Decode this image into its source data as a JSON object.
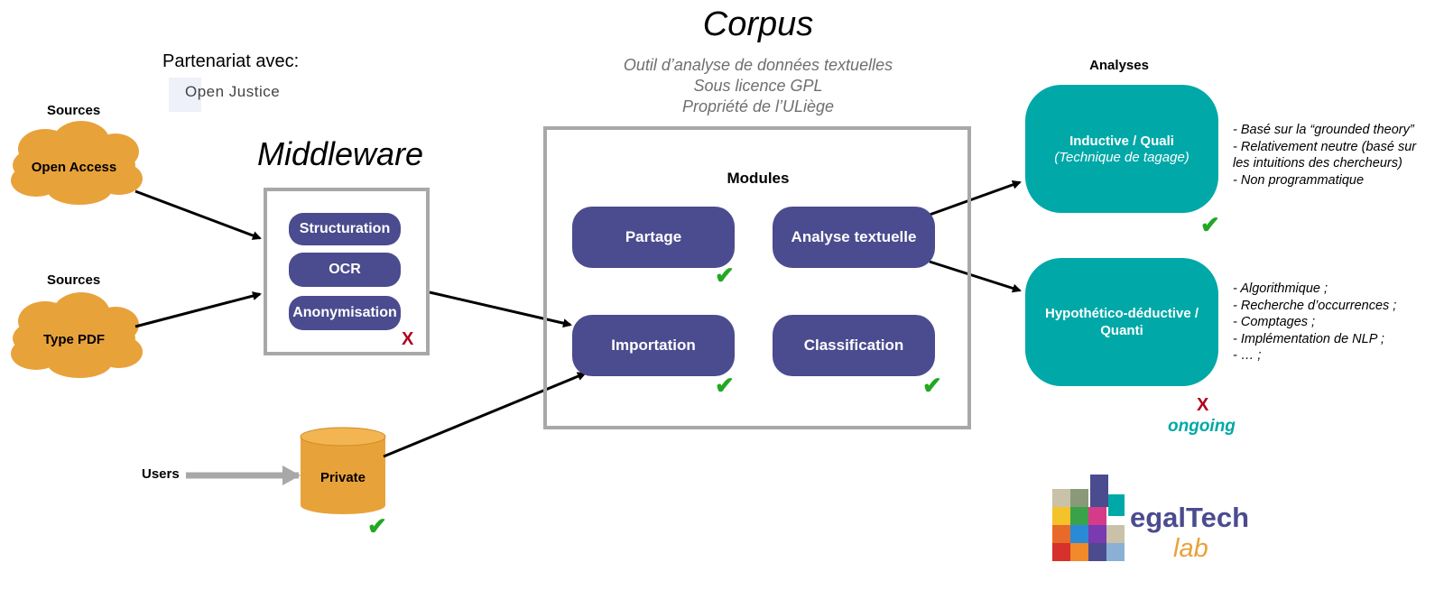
{
  "header": {
    "title": "Corpus",
    "subtitle_lines": [
      "Outil d’analyse de données textuelles",
      "Sous licence GPL",
      "Propriété de l’ULiège"
    ]
  },
  "partnership": {
    "label": "Partenariat avec:",
    "partner": "Open Justice"
  },
  "sources": [
    {
      "label": "Sources",
      "name": "Open Access"
    },
    {
      "label": "Sources",
      "name": "Type PDF"
    }
  ],
  "users": {
    "label": "Users",
    "store": "Private",
    "status": "✔"
  },
  "middleware": {
    "title": "Middleware",
    "items": [
      "Structuration",
      "OCR",
      "Anonymisation"
    ],
    "status": "X"
  },
  "modules": {
    "title": "Modules",
    "items": [
      "Partage",
      "Analyse textuelle",
      "Importation",
      "Classification"
    ],
    "statuses": [
      "✔",
      "✔",
      "✔"
    ]
  },
  "analyses": {
    "title": "Analyses",
    "inductive": {
      "title": "Inductive / Quali",
      "subtitle": "(Technique de tagage)",
      "status": "✔",
      "bullets": [
        "- Basé sur la “grounded theory”",
        "- Relativement neutre (basé sur",
        "les intuitions des chercheurs)",
        "- Non programmatique"
      ]
    },
    "deductive": {
      "title_line1": "Hypothético-déductive /",
      "title_line2": "Quanti",
      "status": "X",
      "status_label": "ongoing",
      "bullets": [
        "- Algorithmique ;",
        "- Recherche d’occurrences ;",
        "- Comptages ;",
        "- Implémentation de NLP ;",
        "- … ;"
      ]
    }
  },
  "logo": {
    "main": "egalTech",
    "sub": "lab"
  },
  "colors": {
    "module_fill": "#4b4b8f",
    "analysis_fill": "#00a8a8",
    "source_fill": "#e8a23a",
    "frame": "#a8a8a8",
    "check": "#22a822",
    "cross": "#b00020"
  }
}
